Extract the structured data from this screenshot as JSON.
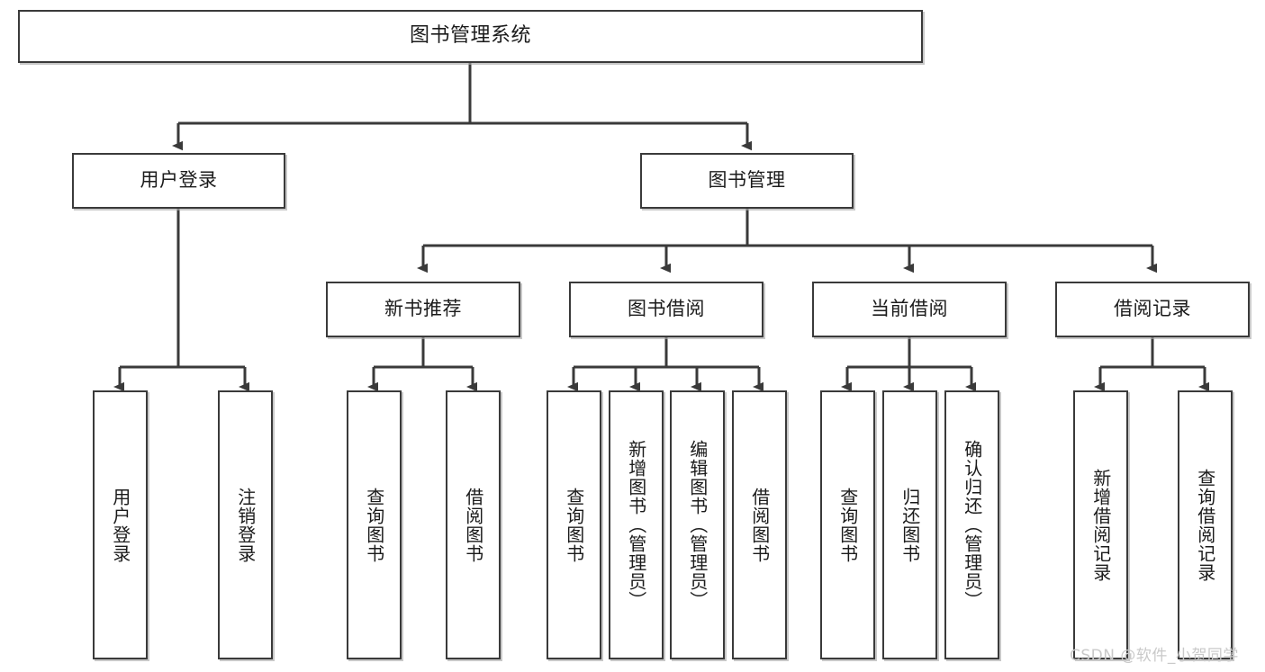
{
  "diagram": {
    "title": "图书管理系统",
    "watermark": "CSDN @软件_小贺同学",
    "stroke_color": "#3a3a3a",
    "text_color": "#1b1b1b",
    "background": "#ffffff",
    "nodes": {
      "root": "图书管理系统",
      "level2": {
        "user_login": "用户登录",
        "book_manage": "图书管理"
      },
      "level3": {
        "new_book_rec": "新书推荐",
        "book_borrow": "图书借阅",
        "current_borrow": "当前借阅",
        "borrow_record": "借阅记录"
      },
      "leaves": {
        "user_login_1": "用户登录",
        "user_login_2": "注销登录",
        "new_book_rec_1": "查询图书",
        "new_book_rec_2": "借阅图书",
        "book_borrow_1": "查询图书",
        "book_borrow_2": "新增图书（管理员）",
        "book_borrow_3": "编辑图书（管理员）",
        "book_borrow_4": "借阅图书",
        "current_borrow_1": "查询图书",
        "current_borrow_2": "归还图书",
        "current_borrow_3": "确认归还（管理员）",
        "borrow_record_1": "新增借阅记录",
        "borrow_record_2": "查询借阅记录"
      }
    }
  }
}
